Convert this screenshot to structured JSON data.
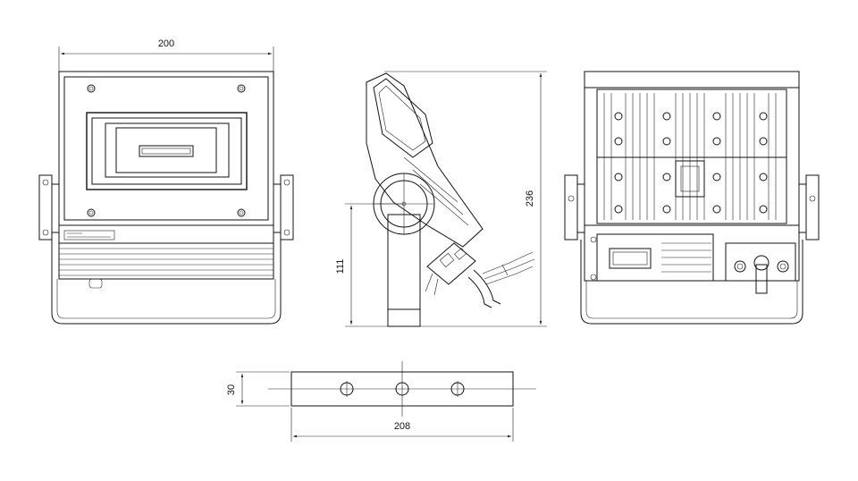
{
  "drawing": {
    "dimensions": {
      "front_width": "200",
      "height": "236",
      "pivot_height": "111",
      "bracket_height": "30",
      "bracket_width": "208"
    },
    "colors": {
      "line": "#111111",
      "background": "#ffffff"
    }
  }
}
